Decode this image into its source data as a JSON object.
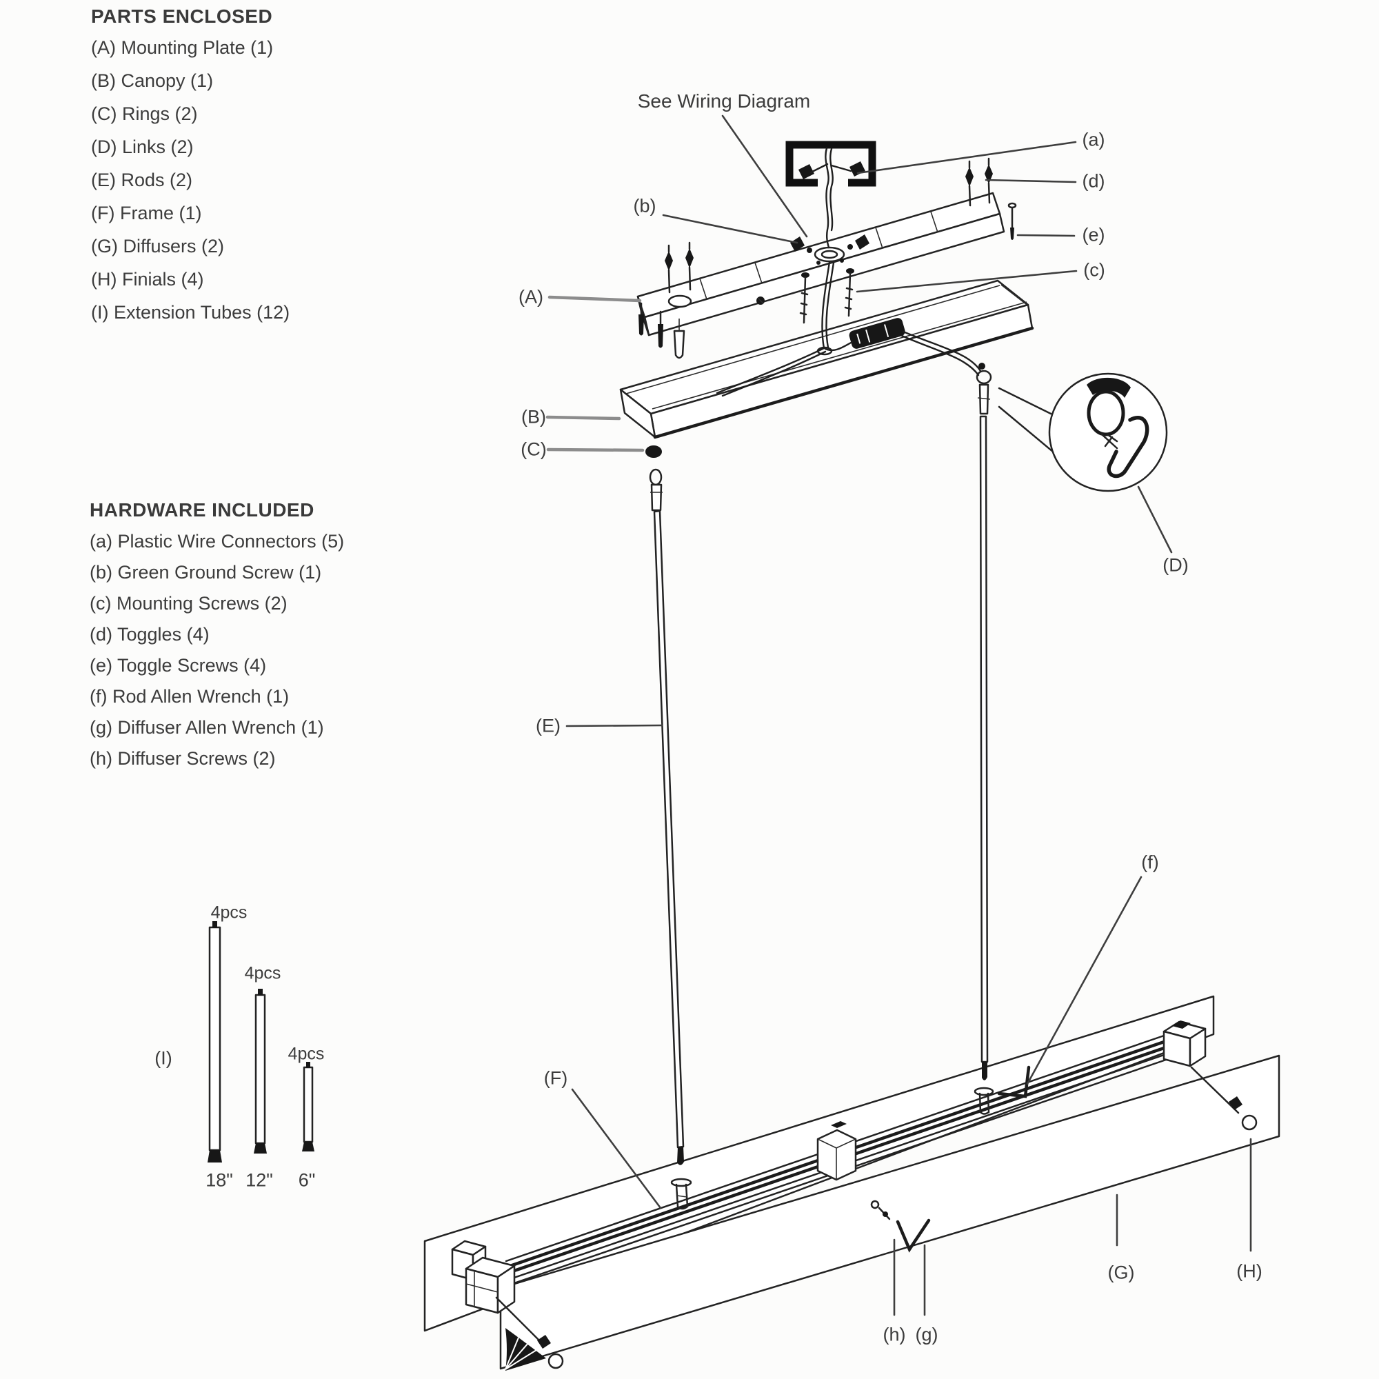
{
  "parts_list": {
    "title": "PARTS ENCLOSED",
    "items": [
      "(A) Mounting Plate (1)",
      "(B) Canopy (1)",
      "(C) Rings (2)",
      "(D) Links (2)",
      "(E) Rods (2)",
      "(F) Frame (1)",
      "(G) Diffusers (2)",
      "(H) Finials (4)",
      "(I) Extension Tubes (12)"
    ]
  },
  "hardware_list": {
    "title": "HARDWARE INCLUDED",
    "items": [
      "(a) Plastic Wire Connectors (5)",
      "(b) Green Ground Screw (1)",
      "(c) Mounting Screws (2)",
      "(d) Toggles (4)",
      "(e) Toggle Screws (4)",
      "(f) Rod Allen Wrench (1)",
      "(g) Diffuser Allen Wrench (1)",
      "(h) Diffuser Screws (2)"
    ]
  },
  "wiring_note": "See Wiring Diagram",
  "extension_tubes": {
    "part_label": "(I)",
    "quantity_label": "4pcs",
    "sizes": [
      "18\"",
      "12\"",
      "6\""
    ]
  },
  "diagram_labels": {
    "A": "(A)",
    "B": "(B)",
    "C": "(C)",
    "D": "(D)",
    "E": "(E)",
    "F": "(F)",
    "G": "(G)",
    "H": "(H)",
    "a": "(a)",
    "b": "(b)",
    "c": "(c)",
    "d": "(d)",
    "e": "(e)",
    "f": "(f)",
    "g": "(g)",
    "h": "(h)"
  }
}
